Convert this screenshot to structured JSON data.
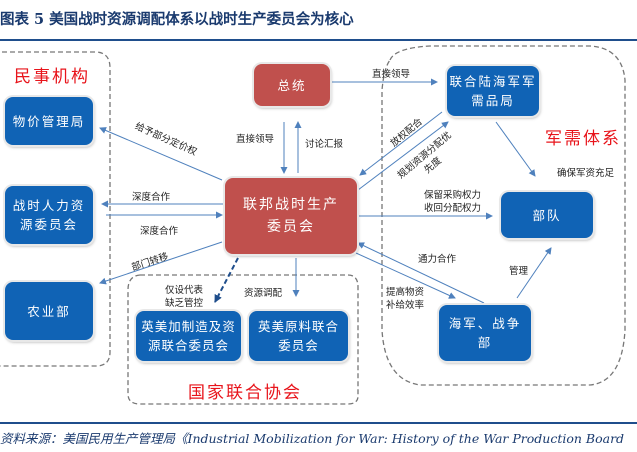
{
  "title": "图表 5  美国战时资源调配体系以战时生产委员会为核心",
  "footer": "资料来源：美国民用生产管理局《Industrial Mobilization for War: History of the War Production Board",
  "colors": {
    "node_blue": "#1063b5",
    "node_red": "#c0504d",
    "group_title": "#e8141b",
    "arrow": "#4f81bd",
    "rule": "#1f4e8c"
  },
  "groups": {
    "civil": "民事机构",
    "military": "军需体系",
    "national": "国家联合协会"
  },
  "nodes": {
    "president": "总统",
    "wpb": [
      "联邦战时生产",
      "委员会"
    ],
    "price_office": "物价管理局",
    "manpower": [
      "战时人力资",
      "源委员会"
    ],
    "agriculture": "农业部",
    "army_navy_munitions": [
      "联合陆海军军",
      "需品局"
    ],
    "troops": "部队",
    "navy_war_dept": [
      "海军、战争",
      "部"
    ],
    "cma_production": [
      "英美加制造及资",
      "源联合委员会"
    ],
    "raw_materials": [
      "英美原料联合",
      "委员会"
    ]
  },
  "edges": {
    "president_to_munitions": "直接领导",
    "president_to_wpb": "直接领导",
    "wpb_to_president": "讨论汇报",
    "wpb_to_price": "给予部分定价权",
    "wpb_to_manpower": "深度合作",
    "manpower_to_wpb": "深度合作",
    "wpb_to_agri": "部门转移",
    "wpb_to_cma": [
      "仅设代表",
      "缺乏管控"
    ],
    "wpb_to_raw": "资源调配",
    "munitions_to_wpb": "放权配合",
    "wpb_to_munitions": [
      "规划资源分配优",
      "先度"
    ],
    "wpb_to_troops": [
      "保留采购权力",
      "收回分配权力"
    ],
    "munitions_to_troops": "确保军资充足",
    "navy_to_wpb": "通力合作",
    "wpb_to_navy": [
      "提高物资",
      "补给效率"
    ],
    "navy_to_troops": "管理"
  }
}
